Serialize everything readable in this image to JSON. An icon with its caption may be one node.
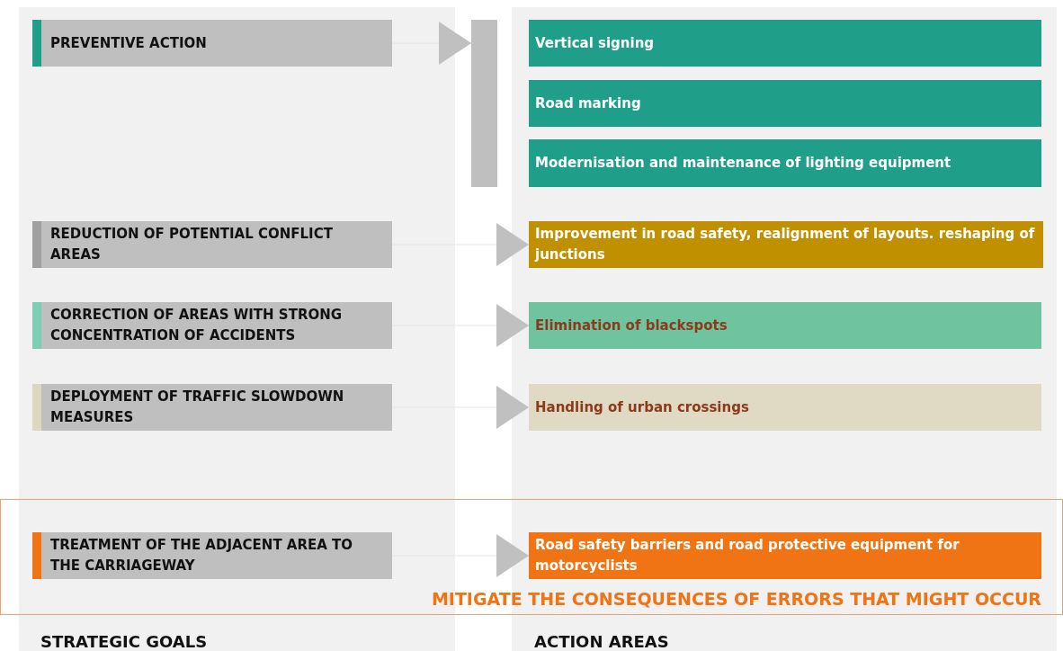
{
  "diagram": {
    "nodes": [
      {
        "text": [
          "STRATEGIC GOALS"
        ]
      },
      {
        "text": [
          "ACTION AREAS"
        ]
      },
      {
        "text": [
          "PREVENTIVE ACTION"
        ],
        "in": 0
      },
      {
        "text": [
          "REDUCTION OF POTENTIAL CONFLICT AREAS"
        ],
        "in": 0
      },
      {
        "text": [
          "CORRECTION OF AREAS WITH STRONG CONCENTRATION OF ACCIDENTS"
        ],
        "in": 0
      },
      {
        "text": [
          "DEPLOYMENT OF TRAFFIC SLOWDOWN MEASURES"
        ],
        "in": 0
      },
      {
        "text": [
          "TREATMENT OF THE ADJACENT AREA TO THE CARRIAGEWAY"
        ],
        "in": 0
      },
      {
        "text": [],
        "shape": "bar"
      },
      {
        "text": [
          "Vertical signing"
        ],
        "in": 1
      },
      {
        "text": [
          "Road marking"
        ],
        "in": 1
      },
      {
        "text": [
          "Modernisation and maintenance of lighting equipment"
        ],
        "in": 1
      },
      {
        "text": [
          "Improvement in road safety, realignment of layouts. reshaping of junctions"
        ],
        "in": 1
      },
      {
        "text": [
          "Elimination of blackspots"
        ],
        "in": 1
      },
      {
        "text": [
          "Handling of urban crossings"
        ],
        "in": 1
      },
      {
        "text": [
          "Road safety barriers and road protective equipment for motorcyclists"
        ],
        "in": 1
      }
    ],
    "edges": [
      {
        "from": 2,
        "to": 7,
        "arrow": "to"
      },
      {
        "from": 3,
        "to": 11,
        "arrow": "to"
      },
      {
        "from": 4,
        "to": 12,
        "arrow": "to"
      },
      {
        "from": 5,
        "to": 13,
        "arrow": "to"
      },
      {
        "from": 6,
        "to": 14,
        "arrow": "to"
      }
    ],
    "labels": [
      "MITIGATE THE CONSEQUENCES OF ERRORS THAT MIGHT OCCUR"
    ]
  }
}
